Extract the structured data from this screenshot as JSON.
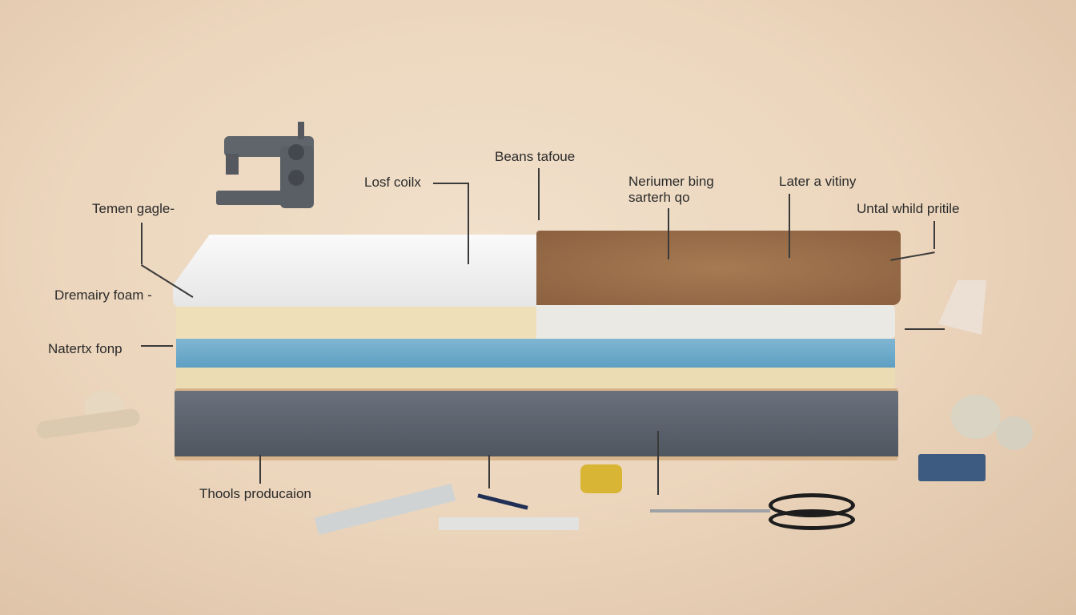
{
  "labels": {
    "temen_gagle": "Temen gagle-",
    "dremairy_foam": "Dremairy foam -",
    "natertx_fonp": "Natertx fonp",
    "losf_coilx": "Losf coilx",
    "beans_tafoue": "Beans tafoue",
    "neriumer_line1": "Neriumer bing",
    "neriumer_line2": "sarterh qo",
    "later_a_vitiny": "Later a vitiny",
    "untal_whild": "Untal whild pritile",
    "thools": "Thools producaion"
  },
  "colors": {
    "white_foam": "#f4f4f2",
    "coir": "#9a6e48",
    "cream": "#eedfb8",
    "light_gray": "#e8e6e0",
    "blue": "#6aa9c9",
    "base": "#5d6470"
  }
}
